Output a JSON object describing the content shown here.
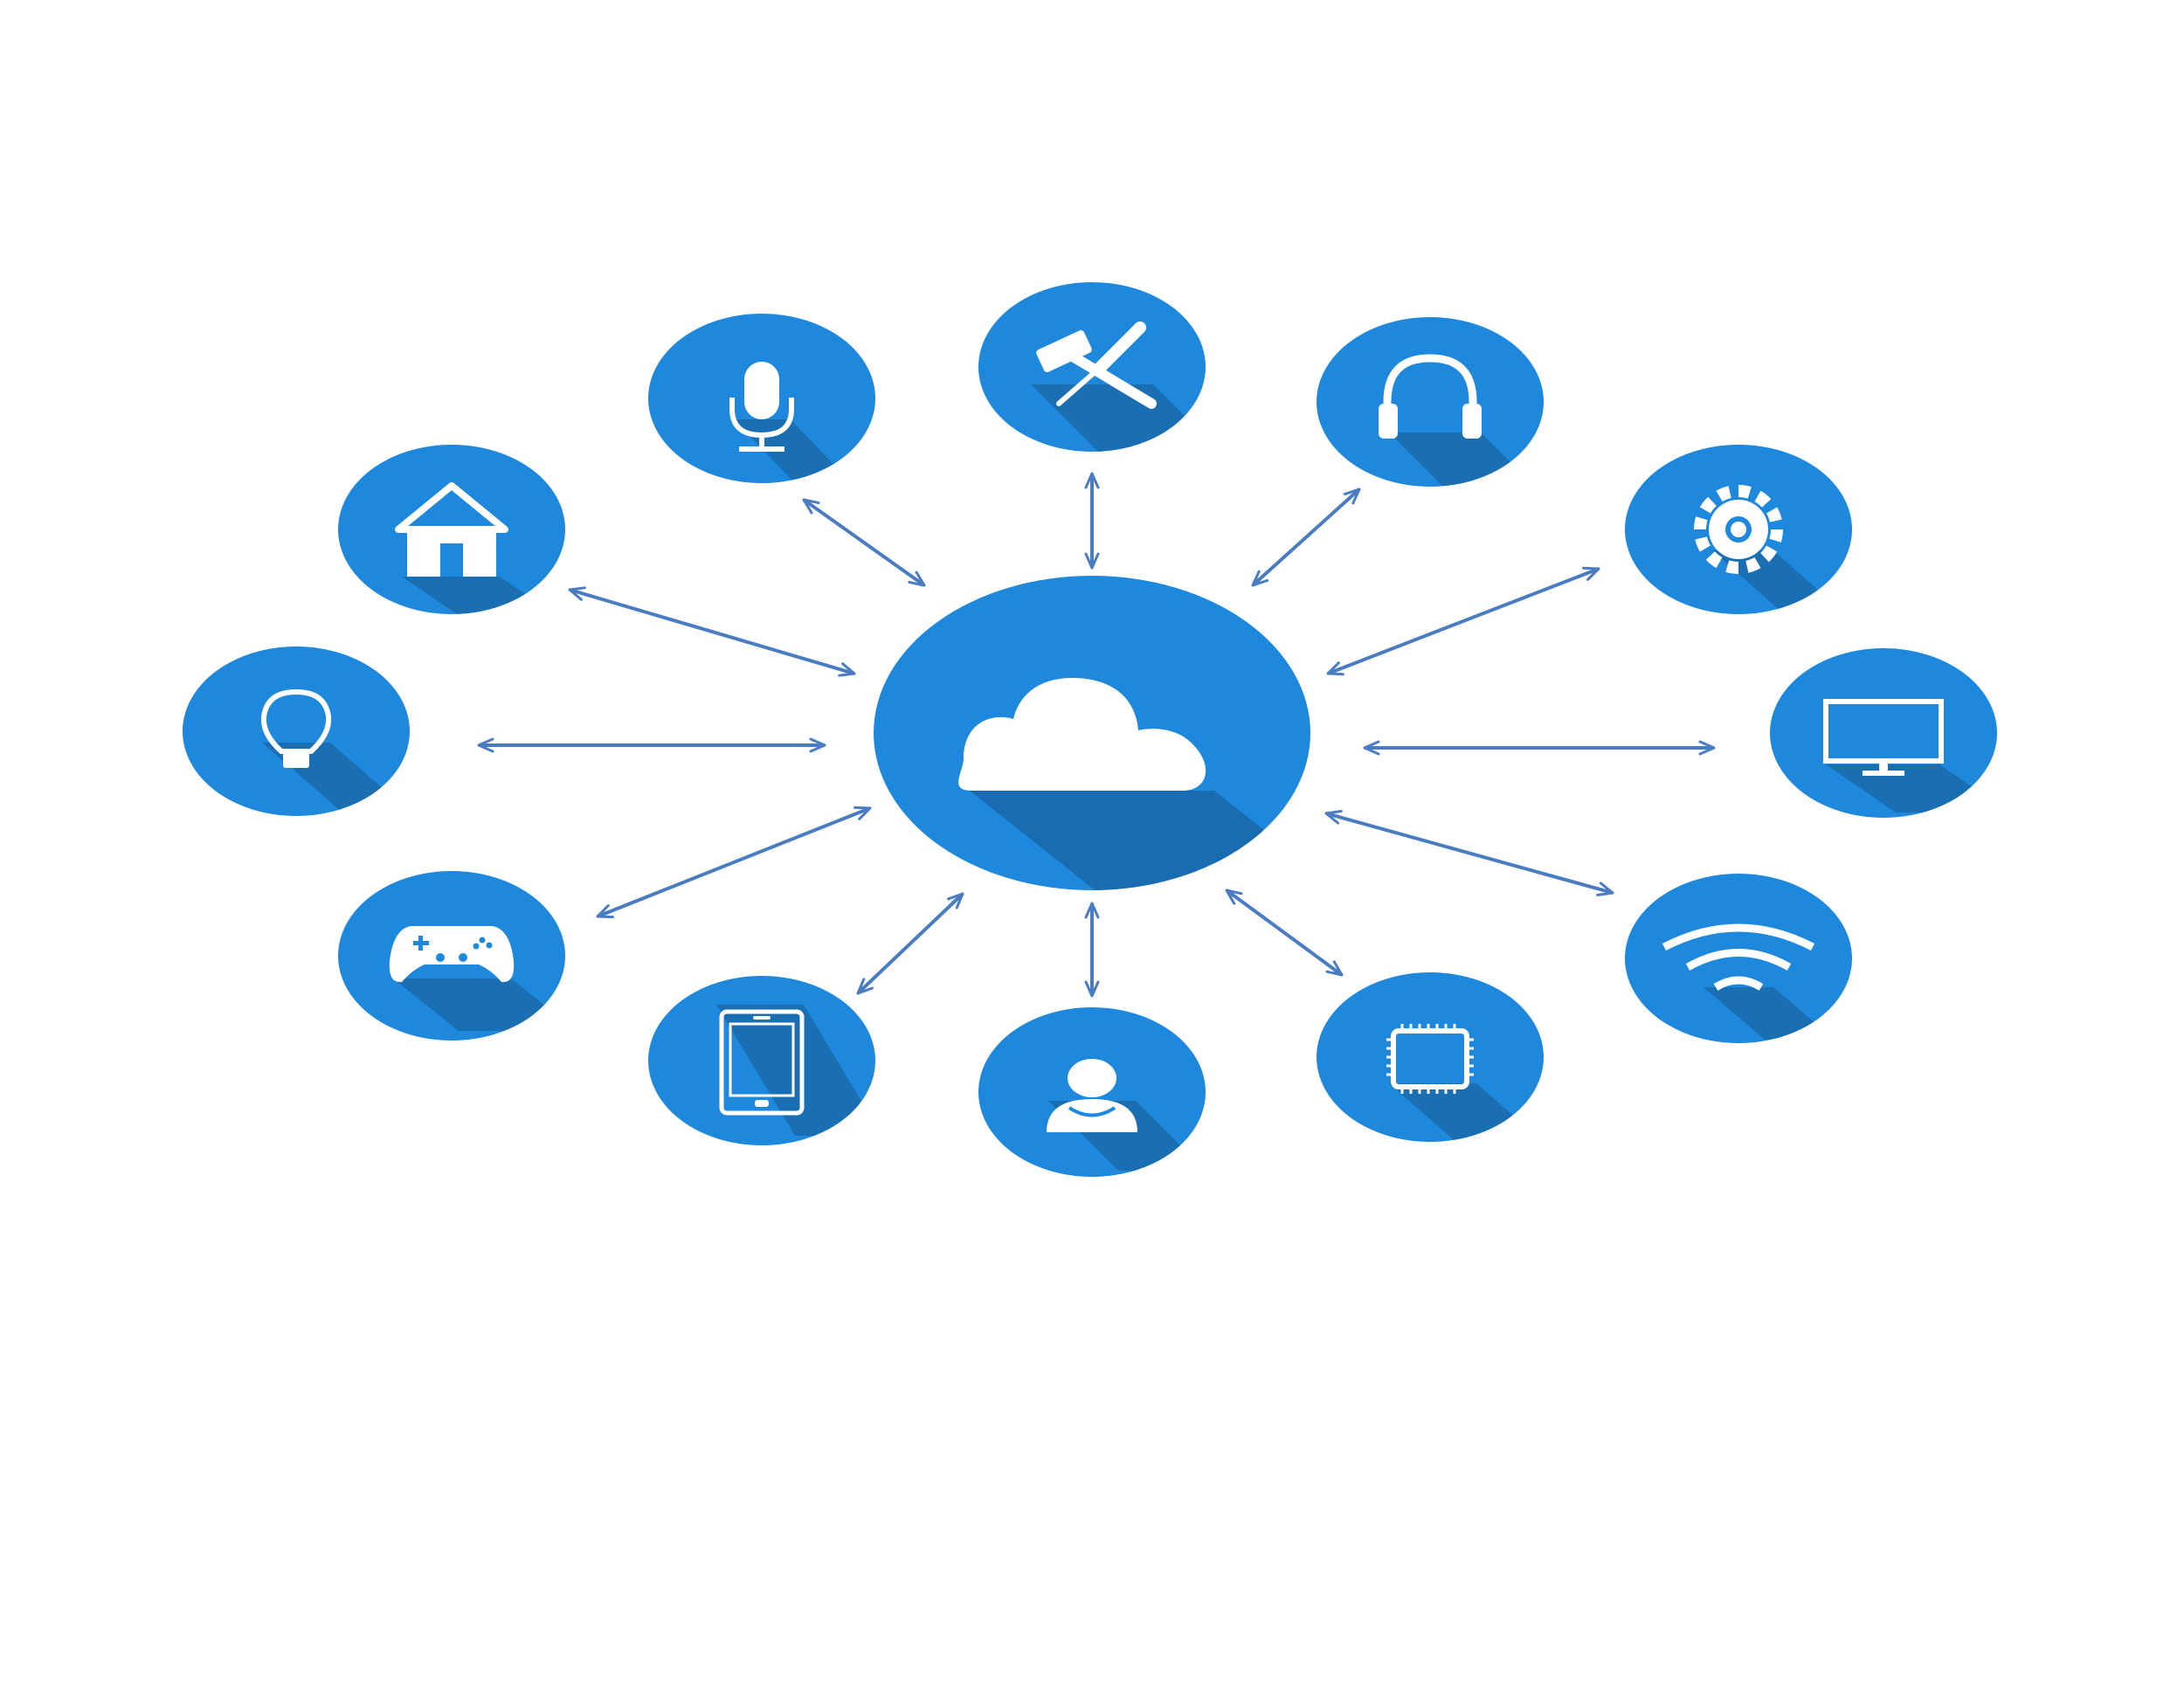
{
  "diagram": {
    "colors": {
      "background": "#ffffff",
      "node_fill": "#1e88dd",
      "node_shadow": "#15558a",
      "arrow": "#4a7cc2",
      "icon": "#ffffff"
    },
    "hub": {
      "icon": "cloud-icon"
    },
    "nodes": [
      {
        "id": "microphone",
        "icon": "microphone-icon"
      },
      {
        "id": "tools",
        "icon": "tools-icon"
      },
      {
        "id": "headphones",
        "icon": "headphones-icon"
      },
      {
        "id": "home",
        "icon": "home-icon"
      },
      {
        "id": "gear",
        "icon": "gear-icon"
      },
      {
        "id": "lightbulb",
        "icon": "lightbulb-icon"
      },
      {
        "id": "monitor",
        "icon": "monitor-icon"
      },
      {
        "id": "gamepad",
        "icon": "gamepad-icon"
      },
      {
        "id": "wifi",
        "icon": "wifi-icon"
      },
      {
        "id": "tablet",
        "icon": "tablet-icon"
      },
      {
        "id": "user",
        "icon": "user-icon"
      },
      {
        "id": "chip",
        "icon": "chip-icon"
      }
    ],
    "connections": [
      {
        "to": "microphone",
        "type": "bidirectional"
      },
      {
        "to": "tools",
        "type": "bidirectional"
      },
      {
        "to": "headphones",
        "type": "bidirectional"
      },
      {
        "to": "home",
        "type": "bidirectional"
      },
      {
        "to": "gear",
        "type": "bidirectional"
      },
      {
        "to": "lightbulb",
        "type": "bidirectional"
      },
      {
        "to": "monitor",
        "type": "bidirectional"
      },
      {
        "to": "gamepad",
        "type": "bidirectional"
      },
      {
        "to": "wifi",
        "type": "bidirectional"
      },
      {
        "to": "tablet",
        "type": "bidirectional"
      },
      {
        "to": "user",
        "type": "bidirectional"
      },
      {
        "to": "chip",
        "type": "bidirectional"
      }
    ]
  }
}
